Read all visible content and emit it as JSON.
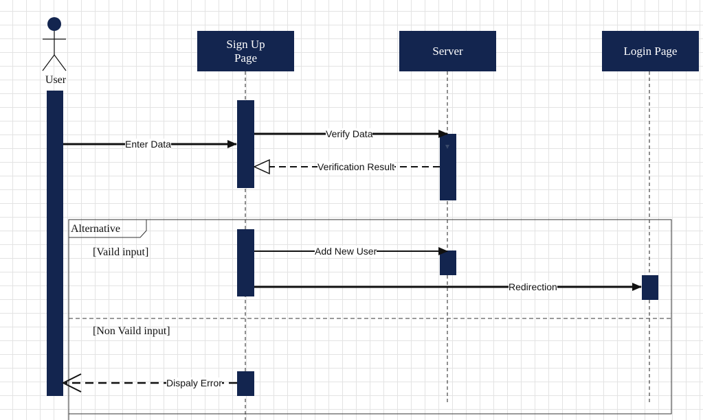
{
  "actor": {
    "name": "User"
  },
  "lifelines": {
    "signup": "Sign Up\nPage",
    "server": "Server",
    "login": "Login Page"
  },
  "messages": {
    "enter_data": "Enter Data",
    "verify_data": "Verify Data",
    "verification_result": "Verification Result",
    "add_new_user": "Add New User",
    "redirection": "Redirection",
    "display_error": "Dispaly Error"
  },
  "fragment": {
    "operator": "Alternative",
    "guard_1": "[Vaild input]",
    "guard_2": "[Non Vaild input]"
  },
  "colors": {
    "box_fill": "#13254f",
    "line": "#111111",
    "grid": "#e3e3e3"
  }
}
